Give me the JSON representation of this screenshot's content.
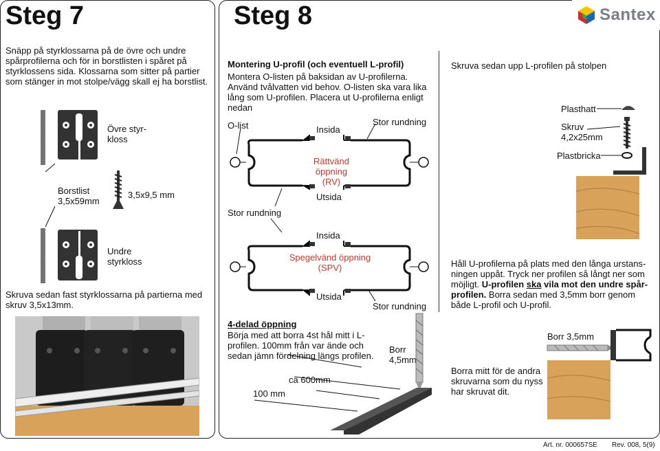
{
  "brand": {
    "name": "Santex",
    "colors": {
      "blue": "#1f66b0",
      "red": "#d7282f",
      "yellow": "#f5c400",
      "green": "#3aa935",
      "text": "#7a7f85"
    }
  },
  "step7": {
    "title": "Steg 7",
    "intro": "Snäpp på styrklossarna på de övre och undre spårprofilerna och för in borstlisten i spåret på styrklossens sida. Klossarna som sitter på partier som stänger in mot stolpe/vägg skall ej ha borstlist.",
    "upper_label": "Övre styr-\nkloss",
    "brush_label": "Borstlist\n3,5x59mm",
    "screw_label": "3,5x9,5 mm",
    "lower_label": "Undre\nstyrkloss",
    "fasten_text": "Skruva sedan fast styrklossarna på partierna med skruv 3,5x13mm."
  },
  "step8": {
    "title": "Steg 8",
    "mount_heading": "Montering U-profil (och eventuell L-profil)",
    "mount_text": "Montera O-listen på baksidan av U-profilerna. Använd tvålvatten vid behov. O-listen ska vara lika lång som U-profilen. Placera ut U-profilerna enligt nedan",
    "olist": "O-list",
    "insida1": "Insida",
    "stor_rundning1": "Stor rundning",
    "rv_label": "Rättvänd öppning\n(RV)",
    "utsida1": "Utsida",
    "stor_rundning2": "Stor rundning",
    "insida2": "Insida",
    "spv_label": "Spegelvänd öppning\n(SPV)",
    "utsida2": "Utsida",
    "stor_rundning3": "Stor rundning",
    "fourpart_heading": "4-delad öppning",
    "fourpart_text": "Börja med att borra 4st hål mitt i L-profilen. 100mm från var ände och sedan jämn fördelning längs profilen.",
    "borr_label": "Borr\n4,5mm",
    "ca600": "ca 600mm",
    "mm100": "100 mm"
  },
  "right": {
    "screw_text": "Skruva sedan upp L-profilen på stolpen",
    "plasthatt": "Plasthatt",
    "skruv": "Skruv\n4,2x25mm",
    "plastbricka": "Plastbricka",
    "hold_text_1": "Håll U-profilerna på plats med den långa urstans-ningen uppåt. Tryck ner profilen så långt ner som möjligt. ",
    "hold_text_bold_1": "U-profilen ",
    "hold_text_bold_u": "ska",
    "hold_text_bold_2": " vila mot den undre spår-profilen.",
    "hold_text_2": " Borra sedan med 3,5mm borr genom både L-profil och U-profil.",
    "borr35": "Borr 3,5mm",
    "drill_text": "Borra mitt för de andra skruvarna som du nyss har skruvat dit."
  },
  "footer": {
    "art": "Art. nr. 000657SE",
    "rev": "Rev. 008, 5(9)"
  }
}
